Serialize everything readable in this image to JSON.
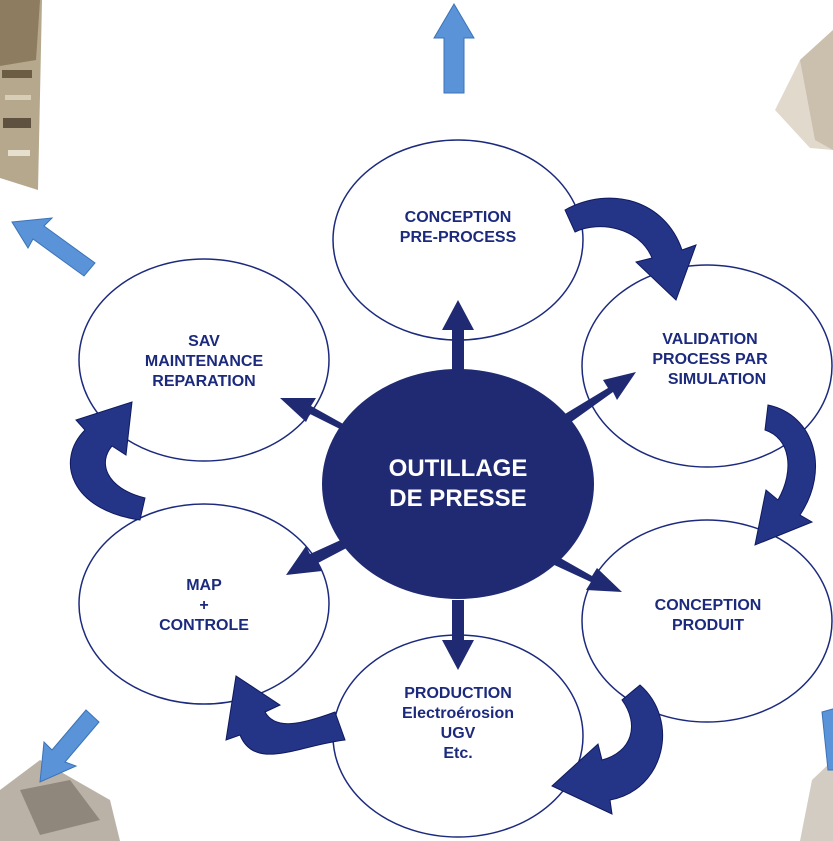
{
  "center": {
    "lines": [
      "OUTILLAGE",
      "DE PRESSE"
    ]
  },
  "nodes": [
    {
      "id": "conception-pre-process",
      "lines": [
        "CONCEPTION",
        "PRE-PROCESS"
      ]
    },
    {
      "id": "validation",
      "lines": [
        "VALIDATION",
        "PROCESS PAR",
        "SIMULATION"
      ]
    },
    {
      "id": "conception-produit",
      "lines": [
        "CONCEPTION",
        "PRODUIT"
      ]
    },
    {
      "id": "production",
      "lines": [
        "PRODUCTION",
        "Electroérosion",
        "UGV",
        "Etc."
      ]
    },
    {
      "id": "map-controle",
      "lines": [
        "MAP",
        "+",
        "CONTROLE"
      ]
    },
    {
      "id": "sav",
      "lines": [
        "SAV",
        "MAINTENANCE",
        "REPARATION"
      ]
    }
  ],
  "colors": {
    "center_fill": "#1f2a72",
    "node_border": "#1c2a7e",
    "node_text": "#1c2a7e",
    "spoke_arrow": "#1f2a72",
    "curved_arrow": "#243487",
    "light_arrow": "#5b93d8"
  }
}
